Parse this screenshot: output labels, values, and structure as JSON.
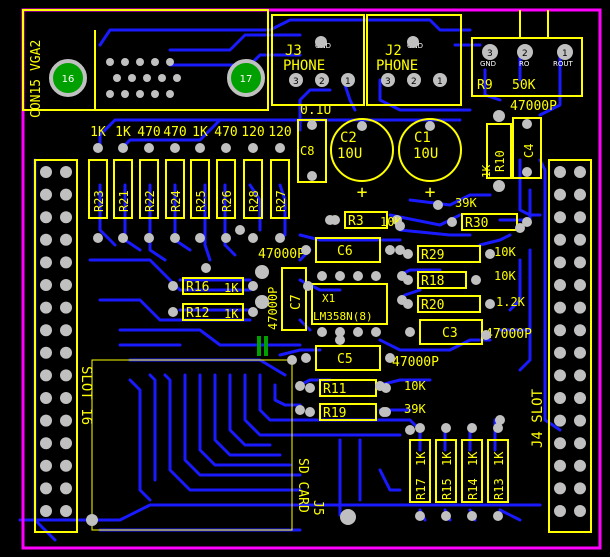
{
  "colors": {
    "background": "#000000",
    "trace": "#1a1aff",
    "silkscreen": "#ffff00",
    "pad": "#c0c0c0",
    "outline": "#ff00ff",
    "via_green": "#00a000"
  },
  "connectors": {
    "vga": {
      "label": "CON15 VGA2",
      "pad_left": "16",
      "pad_right": "17"
    },
    "phone_j3": {
      "ref": "J3",
      "name": "PHONE",
      "pins": [
        "3",
        "2",
        "1"
      ],
      "gnd": "GND"
    },
    "phone_j2": {
      "ref": "J2",
      "name": "PHONE",
      "pins": [
        "3",
        "2",
        "1"
      ],
      "gnd": "GND"
    },
    "pot": {
      "ref": "R9",
      "value": "50K",
      "pins": [
        "3",
        "2",
        "1"
      ],
      "gnd": "GND",
      "ro": "RO",
      "rout": "ROUT"
    },
    "slot_left": "SLOT 16",
    "slot_right": "J4 SLOT",
    "sd_card": {
      "ref": "J5",
      "name": "SD CARD"
    }
  },
  "resistor_values_top": [
    "1K",
    "1K",
    "470",
    "470",
    "1K",
    "470",
    "120",
    "120"
  ],
  "resistors_vertical": [
    "R23",
    "R21",
    "R22",
    "R24",
    "R25",
    "R26",
    "R28",
    "R27"
  ],
  "resistors_bottom": [
    {
      "ref": "R17",
      "value": "1K"
    },
    {
      "ref": "R15",
      "value": "1K"
    },
    {
      "ref": "R14",
      "value": "1K"
    },
    {
      "ref": "R13",
      "value": "1K"
    }
  ],
  "resistors_horizontal": [
    {
      "ref": "R3",
      "value": "10K"
    },
    {
      "ref": "R30",
      "value": "39K"
    },
    {
      "ref": "R29",
      "value": "10K"
    },
    {
      "ref": "R18",
      "value": "10K"
    },
    {
      "ref": "R20",
      "value": "1.2K"
    },
    {
      "ref": "R11",
      "value": "10K"
    },
    {
      "ref": "R19",
      "value": "39K"
    },
    {
      "ref": "R16",
      "value": "1K"
    },
    {
      "ref": "R12",
      "value": "1K"
    }
  ],
  "capacitors": {
    "c8": {
      "ref": "C8",
      "value": "0.1U"
    },
    "c2": {
      "ref": "C2",
      "value": "10U"
    },
    "c1": {
      "ref": "C1",
      "value": "10U"
    },
    "c4": {
      "ref": "C4",
      "value": "47000P"
    },
    "c6": {
      "ref": "C6",
      "value": "47000P"
    },
    "c7": {
      "ref": "C7",
      "value": "47000P"
    },
    "c3": {
      "ref": "C3",
      "value": "47000P"
    },
    "c5": {
      "ref": "C5",
      "value": "47000P"
    }
  },
  "r10": {
    "ref": "R10",
    "value": "1K"
  },
  "ic": {
    "ref": "X1",
    "part": "LM358N(8)"
  },
  "polarity": "+"
}
